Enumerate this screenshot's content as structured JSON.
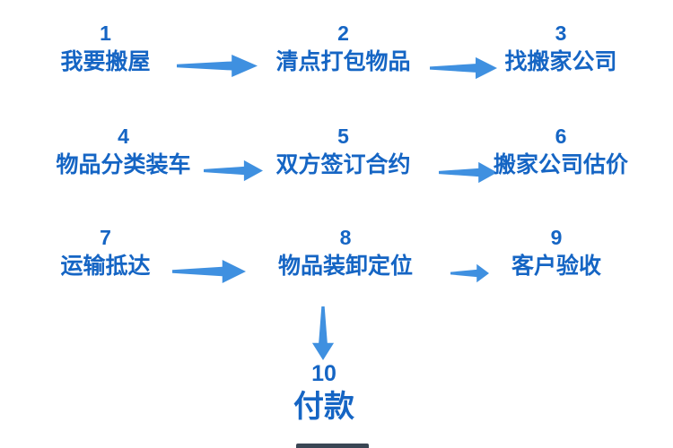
{
  "title": "moving-house-process-flowchart",
  "colors": {
    "text_blue": "#1565c4",
    "arrow_blue": "#3f90e0",
    "cutoff_bar": "#3a4654",
    "background": "#ffffff"
  },
  "flow": {
    "rows": [
      {
        "steps": [
          {
            "number": "1",
            "label": "我要搬屋"
          },
          {
            "number": "2",
            "label": "清点打包物品"
          },
          {
            "number": "3",
            "label": "找搬家公司"
          }
        ]
      },
      {
        "steps": [
          {
            "number": "4",
            "label": "物品分类装车"
          },
          {
            "number": "5",
            "label": "双方签订合约"
          },
          {
            "number": "6",
            "label": "搬家公司估价"
          }
        ]
      },
      {
        "steps": [
          {
            "number": "7",
            "label": "运输抵达"
          },
          {
            "number": "8",
            "label": "物品装卸定位"
          },
          {
            "number": "9",
            "label": "客户验收"
          }
        ]
      }
    ],
    "final_step": {
      "number": "10",
      "label": "付款"
    },
    "connections": [
      "step1-to-step2",
      "step2-to-step3",
      "step4-to-step5",
      "step5-to-step6",
      "step7-to-step8",
      "step8-to-step9",
      "step8-to-step10"
    ]
  }
}
